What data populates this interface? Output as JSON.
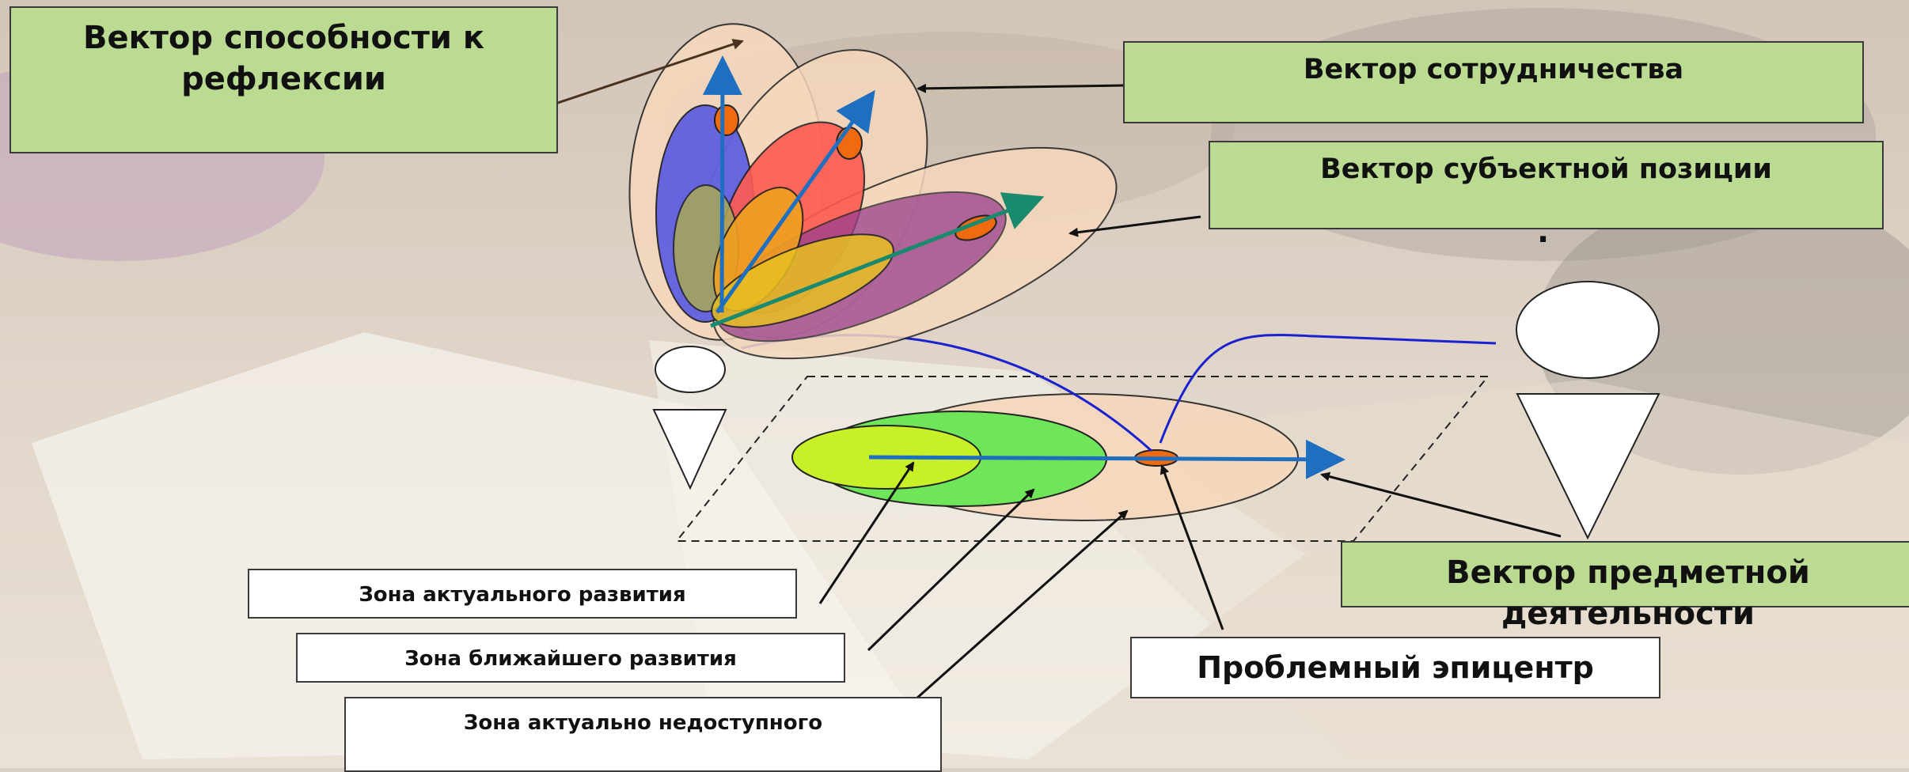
{
  "labels": {
    "reflexion_vector": "Вектор способности к рефлексии",
    "cooperation_vector": "Вектор сотрудничества",
    "subject_position_vector": "Вектор субъектной позиции",
    "dot_mark": ".",
    "subject_activity_vector": "Вектор предметной деятельности",
    "problem_epicenter": "Проблемный эпицентр",
    "zone_actual": "Зона актуального развития",
    "zone_proximal": "Зона ближайшего развития",
    "zone_unavailable": "Зона актуально недоступного"
  },
  "colors": {
    "vector_blue": "#1e6fc0",
    "vector_teal": "#1a8a6e",
    "epicenter_orange": "#f06a10",
    "label_green": "#bcdb92",
    "connector_blue": "#1a22d0"
  }
}
